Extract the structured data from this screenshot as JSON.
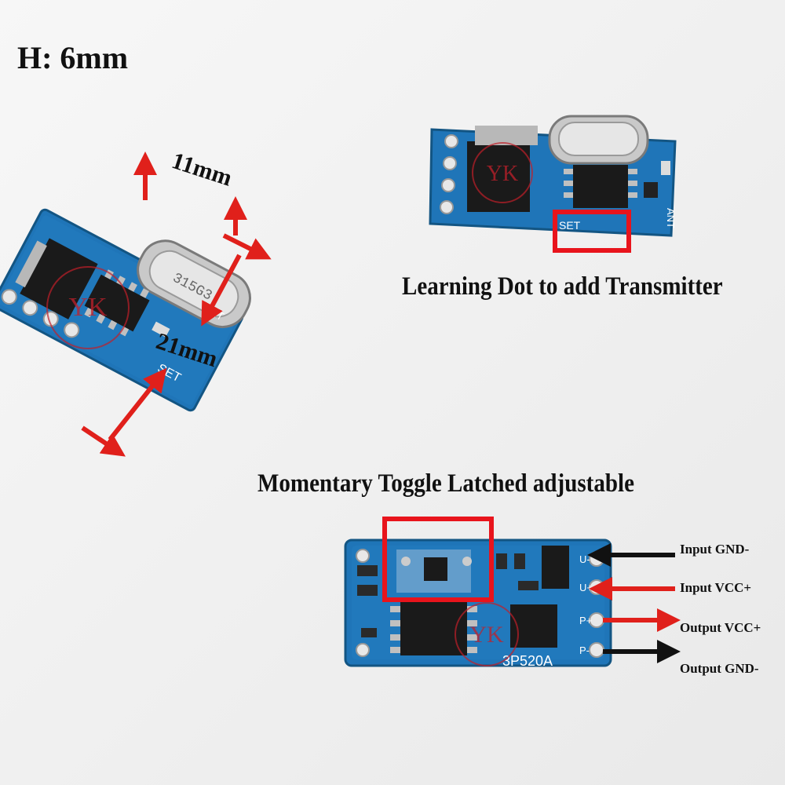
{
  "texts": {
    "height_label": "H: 6mm",
    "width_dim": "11mm",
    "length_dim": "21mm",
    "learning_caption": "Learning Dot to add Transmitter",
    "mode_caption": "Momentary Toggle Latched adjustable",
    "pins": [
      "Input GND-",
      "Input VCC+",
      "Output VCC+",
      "Output GND-"
    ],
    "watermark": "YK",
    "board_silk": {
      "set": "SET",
      "ant": "ANT",
      "crystal_code": "315G3",
      "chip_code": "3P520A",
      "pin_marks": [
        "U-",
        "U+",
        "P+",
        "P-"
      ]
    }
  },
  "colors": {
    "pcb": "#1f75b8",
    "pcb_dark": "#165c94",
    "arrow_red": "#e0201b",
    "arrow_black": "#111111",
    "highlight_box": "#e8141c",
    "background": "#f3f3f3"
  }
}
